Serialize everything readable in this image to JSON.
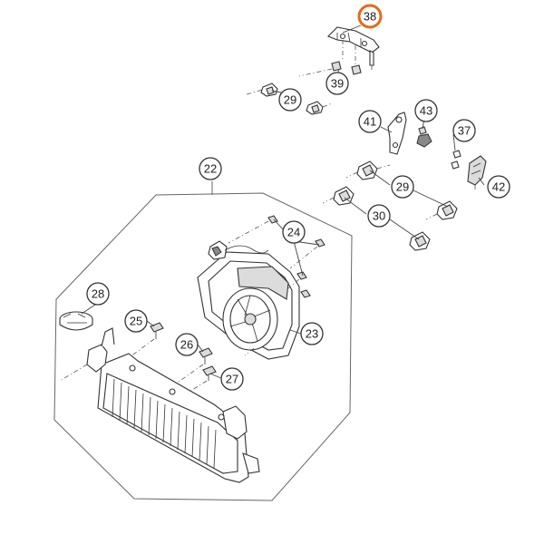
{
  "colors": {
    "line": "#333333",
    "highlight": "#e8691a",
    "background": "#ffffff"
  },
  "callouts": [
    {
      "id": "c38",
      "label": "38",
      "highlight": true
    },
    {
      "id": "c39",
      "label": "39"
    },
    {
      "id": "c29a",
      "label": "29"
    },
    {
      "id": "c41",
      "label": "41"
    },
    {
      "id": "c43",
      "label": "43"
    },
    {
      "id": "c37",
      "label": "37"
    },
    {
      "id": "c29b",
      "label": "29"
    },
    {
      "id": "c42",
      "label": "42"
    },
    {
      "id": "c30",
      "label": "30"
    },
    {
      "id": "c22",
      "label": "22"
    },
    {
      "id": "c24",
      "label": "24"
    },
    {
      "id": "c28",
      "label": "28"
    },
    {
      "id": "c25",
      "label": "25"
    },
    {
      "id": "c23",
      "label": "23"
    },
    {
      "id": "c26",
      "label": "26"
    },
    {
      "id": "c27",
      "label": "27"
    }
  ]
}
